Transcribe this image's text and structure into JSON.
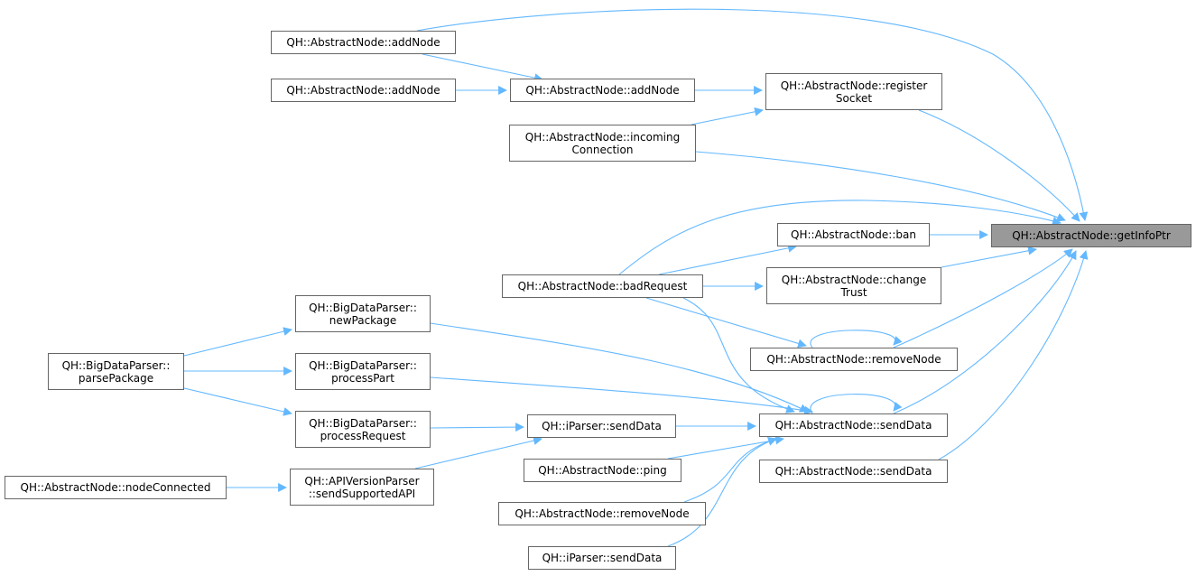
{
  "diagram": {
    "type": "caller-graph",
    "edge_color": "#63b8ff",
    "target_fill": "#999999",
    "node_border": "#666666",
    "nodes": [
      {
        "id": "getInfoPtr",
        "lines": [
          "QH::AbstractNode::getInfoPtr"
        ],
        "target": true
      },
      {
        "id": "addNode1",
        "lines": [
          "QH::AbstractNode::addNode"
        ]
      },
      {
        "id": "addNode2",
        "lines": [
          "QH::AbstractNode::addNode"
        ]
      },
      {
        "id": "addNode3",
        "lines": [
          "QH::AbstractNode::addNode"
        ]
      },
      {
        "id": "registerSocket",
        "lines": [
          "QH::AbstractNode::register",
          "Socket"
        ]
      },
      {
        "id": "incomingConnection",
        "lines": [
          "QH::AbstractNode::incoming",
          "Connection"
        ]
      },
      {
        "id": "ban",
        "lines": [
          "QH::AbstractNode::ban"
        ]
      },
      {
        "id": "badRequest",
        "lines": [
          "QH::AbstractNode::badRequest"
        ]
      },
      {
        "id": "changeTrust",
        "lines": [
          "QH::AbstractNode::change",
          "Trust"
        ]
      },
      {
        "id": "removeNodeA",
        "lines": [
          "QH::AbstractNode::removeNode"
        ]
      },
      {
        "id": "newPackage",
        "lines": [
          "QH::BigDataParser::",
          "newPackage"
        ]
      },
      {
        "id": "parsePackage",
        "lines": [
          "QH::BigDataParser::",
          "parsePackage"
        ]
      },
      {
        "id": "processPart",
        "lines": [
          "QH::BigDataParser::",
          "processPart"
        ]
      },
      {
        "id": "processRequest",
        "lines": [
          "QH::BigDataParser::",
          "processRequest"
        ]
      },
      {
        "id": "sendDataA",
        "lines": [
          "QH::AbstractNode::sendData"
        ]
      },
      {
        "id": "iParserSendData1",
        "lines": [
          "QH::iParser::sendData"
        ]
      },
      {
        "id": "sendDataB",
        "lines": [
          "QH::AbstractNode::sendData"
        ]
      },
      {
        "id": "ping",
        "lines": [
          "QH::AbstractNode::ping"
        ]
      },
      {
        "id": "nodeConnected",
        "lines": [
          "QH::AbstractNode::nodeConnected"
        ]
      },
      {
        "id": "sendSupportedAPI",
        "lines": [
          "QH::APIVersionParser",
          "::sendSupportedAPI"
        ]
      },
      {
        "id": "removeNodeB",
        "lines": [
          "QH::AbstractNode::removeNode"
        ]
      },
      {
        "id": "iParserSendData2",
        "lines": [
          "QH::iParser::sendData"
        ]
      }
    ],
    "edges": [
      {
        "from": "addNode1",
        "to": "getInfoPtr"
      },
      {
        "from": "addNode1",
        "to": "addNode3"
      },
      {
        "from": "addNode2",
        "to": "addNode3"
      },
      {
        "from": "addNode3",
        "to": "registerSocket"
      },
      {
        "from": "incomingConnection",
        "to": "registerSocket"
      },
      {
        "from": "registerSocket",
        "to": "getInfoPtr"
      },
      {
        "from": "incomingConnection",
        "to": "getInfoPtr"
      },
      {
        "from": "badRequest",
        "to": "getInfoPtr"
      },
      {
        "from": "ban",
        "to": "getInfoPtr"
      },
      {
        "from": "badRequest",
        "to": "ban"
      },
      {
        "from": "changeTrust",
        "to": "getInfoPtr"
      },
      {
        "from": "badRequest",
        "to": "changeTrust"
      },
      {
        "from": "removeNodeA",
        "to": "getInfoPtr"
      },
      {
        "from": "badRequest",
        "to": "removeNodeA"
      },
      {
        "from": "removeNodeA",
        "to": "removeNodeA"
      },
      {
        "from": "sendDataA",
        "to": "getInfoPtr"
      },
      {
        "from": "sendDataB",
        "to": "getInfoPtr"
      },
      {
        "from": "badRequest",
        "to": "sendDataA"
      },
      {
        "from": "sendDataA",
        "to": "sendDataA"
      },
      {
        "from": "newPackage",
        "to": "sendDataA"
      },
      {
        "from": "processPart",
        "to": "sendDataA"
      },
      {
        "from": "iParserSendData1",
        "to": "sendDataA"
      },
      {
        "from": "ping",
        "to": "sendDataA"
      },
      {
        "from": "removeNodeB",
        "to": "sendDataA"
      },
      {
        "from": "iParserSendData2",
        "to": "sendDataA"
      },
      {
        "from": "parsePackage",
        "to": "newPackage"
      },
      {
        "from": "parsePackage",
        "to": "processPart"
      },
      {
        "from": "parsePackage",
        "to": "processRequest"
      },
      {
        "from": "processRequest",
        "to": "iParserSendData1"
      },
      {
        "from": "sendSupportedAPI",
        "to": "iParserSendData1"
      },
      {
        "from": "nodeConnected",
        "to": "sendSupportedAPI"
      }
    ]
  }
}
